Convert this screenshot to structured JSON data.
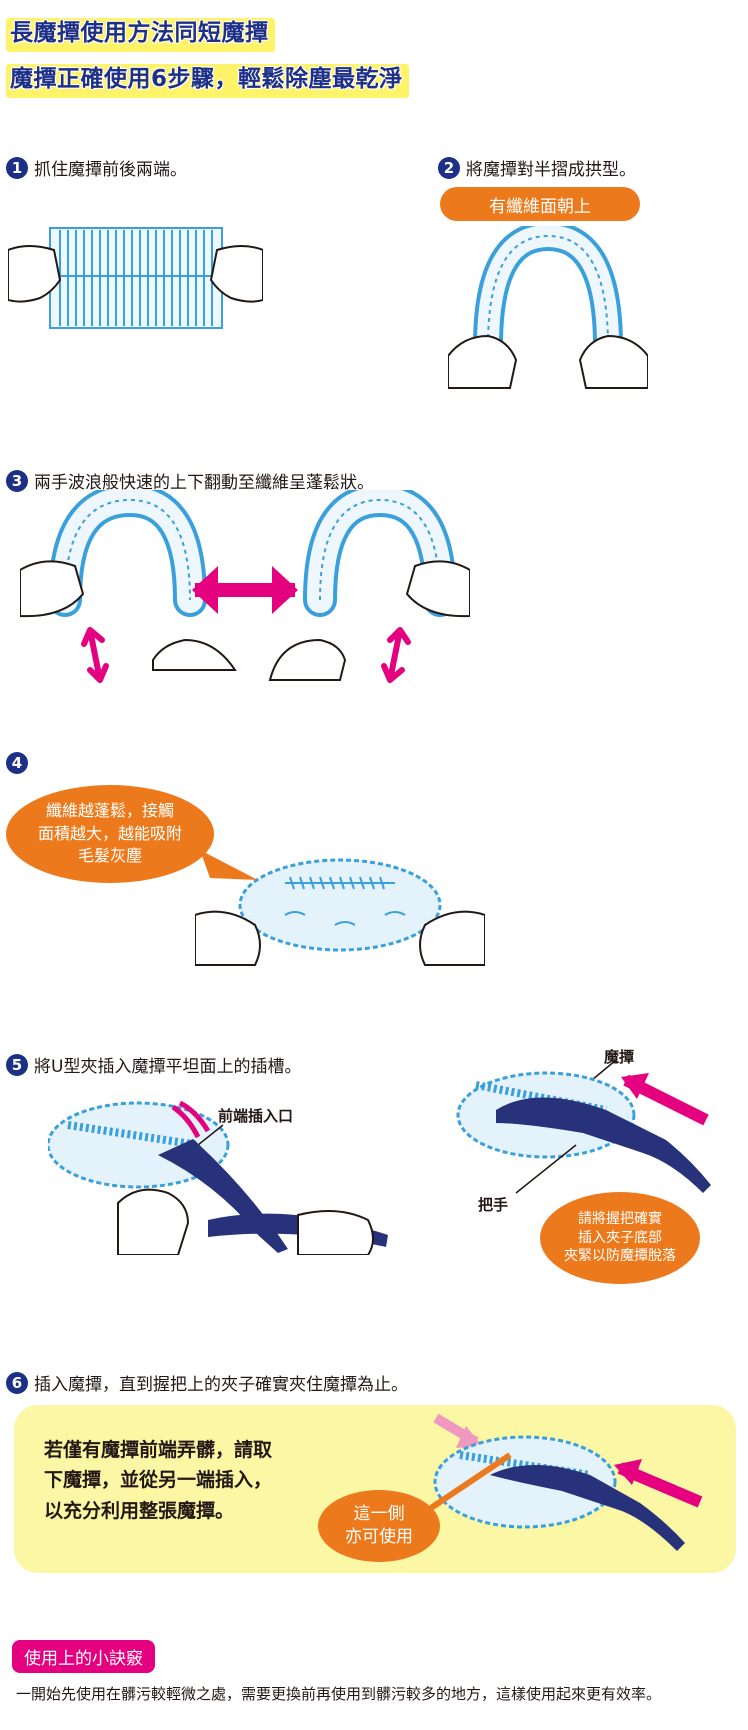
{
  "title": {
    "line1": "長魔撢使用方法同短魔撢",
    "line2": "魔撢正確使用6步驟，輕鬆除塵最乾淨"
  },
  "steps": [
    {
      "num": "1",
      "text": "抓住魔撢前後兩端。"
    },
    {
      "num": "2",
      "text": "將魔撢對半摺成拱型。",
      "note": "有纖維面朝上"
    },
    {
      "num": "3",
      "text": "兩手波浪般快速的上下翻動至纖維呈蓬鬆狀。"
    },
    {
      "num": "4",
      "text": "",
      "bubble": [
        "纖維越蓬鬆，接觸",
        "面積越大，越能吸附",
        "毛髮灰塵"
      ]
    },
    {
      "num": "5",
      "text": "將U型夾插入魔撢平坦面上的插槽。",
      "label_front": "前端插入口",
      "label_duster": "魔撢",
      "label_handle": "把手",
      "bubble": [
        "請將握把確實",
        "插入夾子底部",
        "夾緊以防魔撢脫落"
      ]
    },
    {
      "num": "6",
      "text": "插入魔撢，直到握把上的夾子確實夾住魔撢為止。",
      "tip_lines": [
        "若僅有魔撢前端弄髒，請取",
        "下魔撢，並從另一端插入，",
        "以充分利用整張魔撢。"
      ],
      "bubble": [
        "這一側",
        "亦可使用"
      ]
    }
  ],
  "tips": {
    "tag": "使用上的小訣竅",
    "body": "一開始先使用在髒污較輕微之處，需要更換前再使用到髒污較多的地方，這樣使用起來更有效率。"
  },
  "colors": {
    "navy": "#1d2f86",
    "orange": "#ec7a1c",
    "magenta": "#e4007f",
    "fiber_blue": "#3aa0dc",
    "tip_yellow": "#fbf7a5"
  }
}
